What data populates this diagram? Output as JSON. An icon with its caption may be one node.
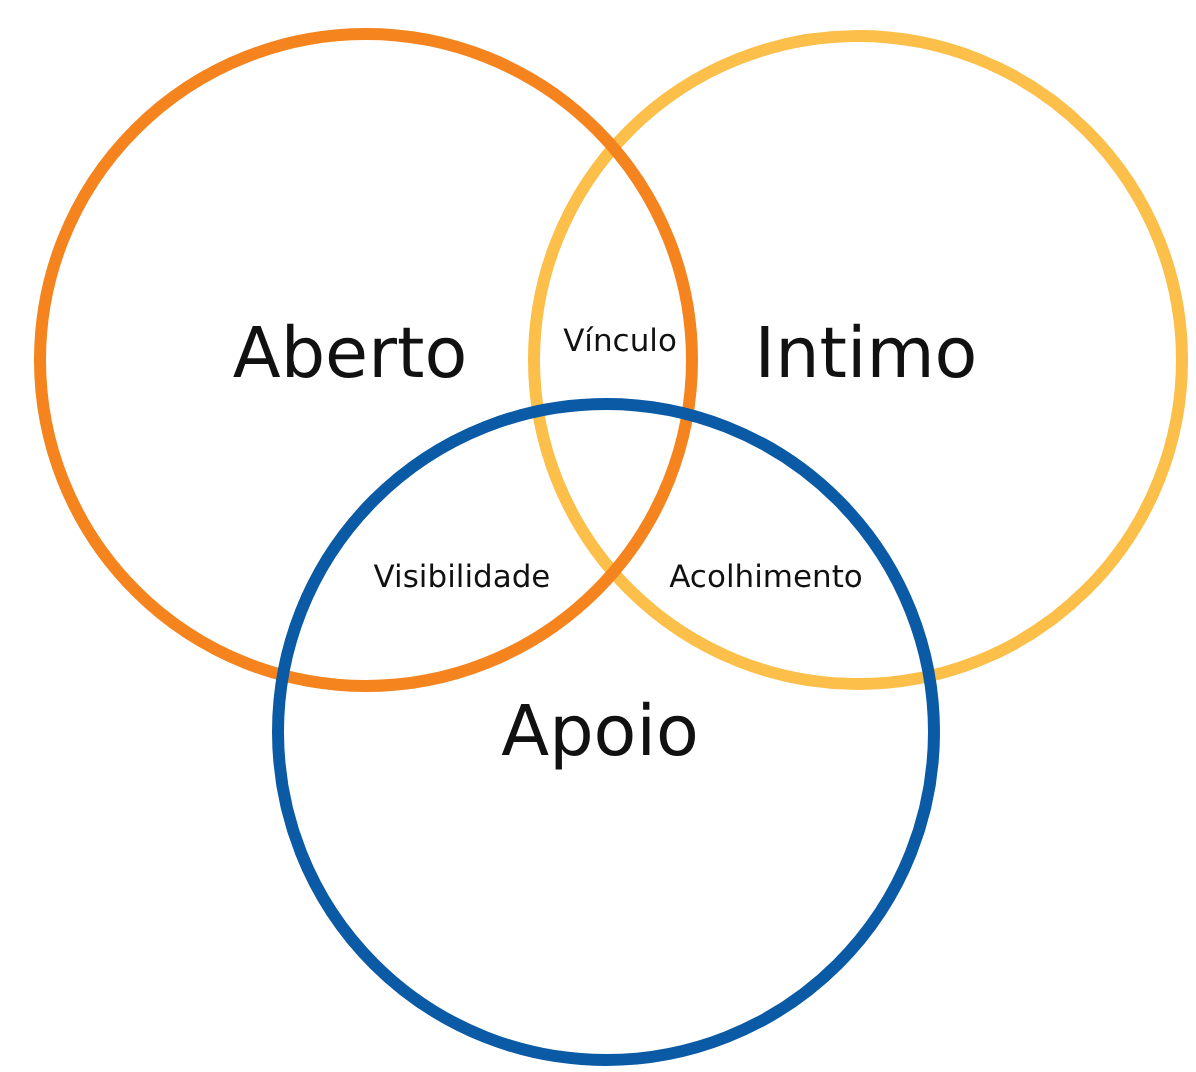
{
  "diagram": {
    "nodes": [
      {
        "text": [
          "Aberto"
        ]
      },
      {
        "text": [
          "Intimo"
        ]
      },
      {
        "text": [
          "Apoio"
        ]
      }
    ],
    "labels": [
      "Vínculo",
      "Visibilidade",
      "Acolhimento"
    ]
  }
}
